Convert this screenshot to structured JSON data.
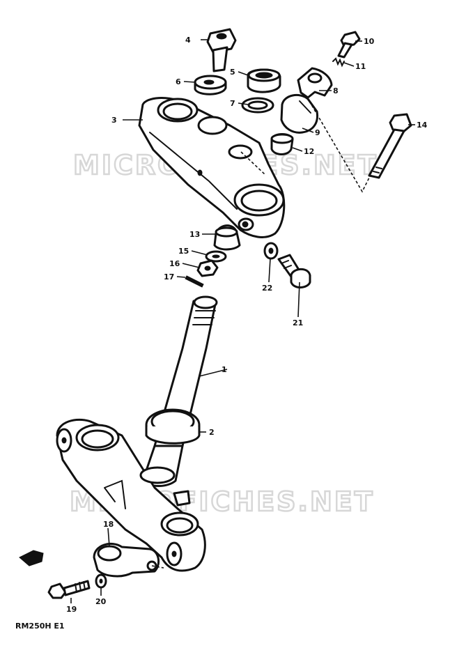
{
  "watermark": "MICROFICHES.NET",
  "diagram_code": "RM250H E1",
  "callouts": [
    "1",
    "2",
    "3",
    "4",
    "5",
    "6",
    "7",
    "8",
    "9",
    "10",
    "11",
    "12",
    "13",
    "14",
    "15",
    "16",
    "17",
    "18",
    "19",
    "20",
    "21",
    "22"
  ]
}
